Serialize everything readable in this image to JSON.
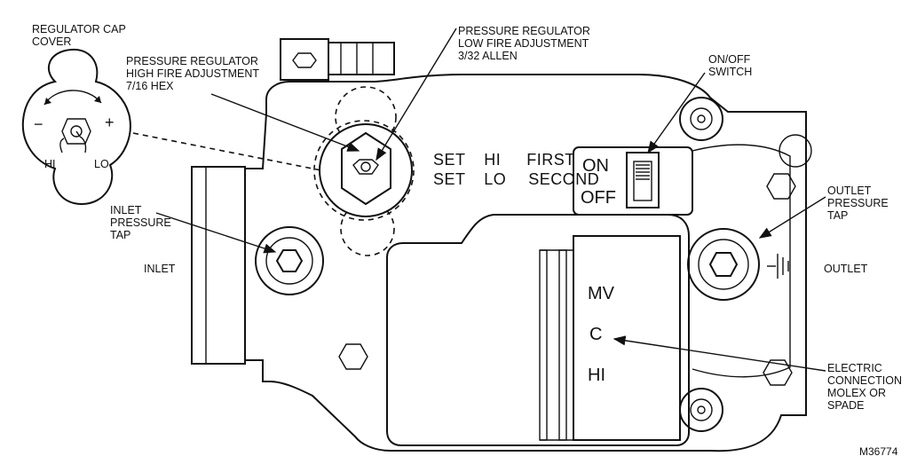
{
  "labels": {
    "regulator_cap_cover": [
      "REGULATOR CAP",
      "COVER"
    ],
    "high_fire": [
      "PRESSURE REGULATOR",
      "HIGH FIRE ADJUSTMENT",
      "7/16 HEX"
    ],
    "low_fire": [
      "PRESSURE REGULATOR",
      "LOW FIRE ADJUSTMENT",
      "3/32 ALLEN"
    ],
    "on_off_switch": [
      "ON/OFF",
      "SWITCH"
    ],
    "inlet_pressure_tap": [
      "INLET",
      "PRESSURE",
      "TAP"
    ],
    "outlet_pressure_tap": [
      "OUTLET",
      "PRESSURE",
      "TAP"
    ],
    "inlet": "INLET",
    "outlet": "OUTLET",
    "electric_connection": [
      "ELECTRIC",
      "CONNECTION",
      "MOLEX OR",
      "SPADE"
    ],
    "figure_id": "M36774"
  },
  "cap": {
    "minus": "−",
    "plus": "+",
    "hi": "HI",
    "lo": "LO"
  },
  "set_table": {
    "row1": [
      "SET",
      "HI",
      "FIRST"
    ],
    "row2": [
      "SET",
      "LO",
      "SECOND"
    ]
  },
  "switch": {
    "on": "ON",
    "off": "OFF"
  },
  "terminals": [
    "MV",
    "C",
    "HI"
  ]
}
